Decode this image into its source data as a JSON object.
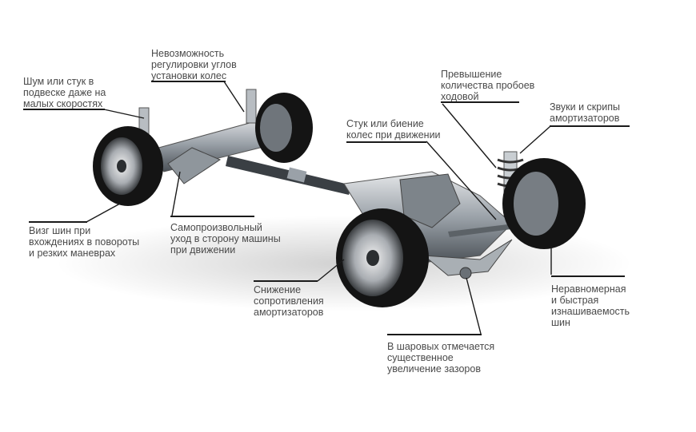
{
  "callouts": {
    "noise_low_speed": "Шум или стук в\nподвеске даже на\nмалых скоростях",
    "alignment": "Невозможность\nрегулировки углов\nустановки колес",
    "bottom_out": "Превышение\nколичества пробоев\nходовой",
    "shock_squeaks": "Звуки и скрипы\nамортизаторов",
    "wheel_knock": "Стук или биение\nколес при движении",
    "tire_squeal": "Визг шин при\nвхождениях в повороты\nи резких маневрах",
    "pull_aside": "Самопроизвольный\nуход в сторону машины\nпри движении",
    "damping_loss": "Снижение\nсопротивления\nамортизаторов",
    "ball_joint_play": "В шаровых отмечается\nсущественное\nувеличение зазоров",
    "uneven_tire_wear": "Неравномерная\nи быстрая\nизнашиваемость\nшин"
  },
  "colors": {
    "label_text": "#4a4a4a",
    "leader": "#1a1a1a",
    "tire": "#141414",
    "metal": "#9aa1a8"
  }
}
